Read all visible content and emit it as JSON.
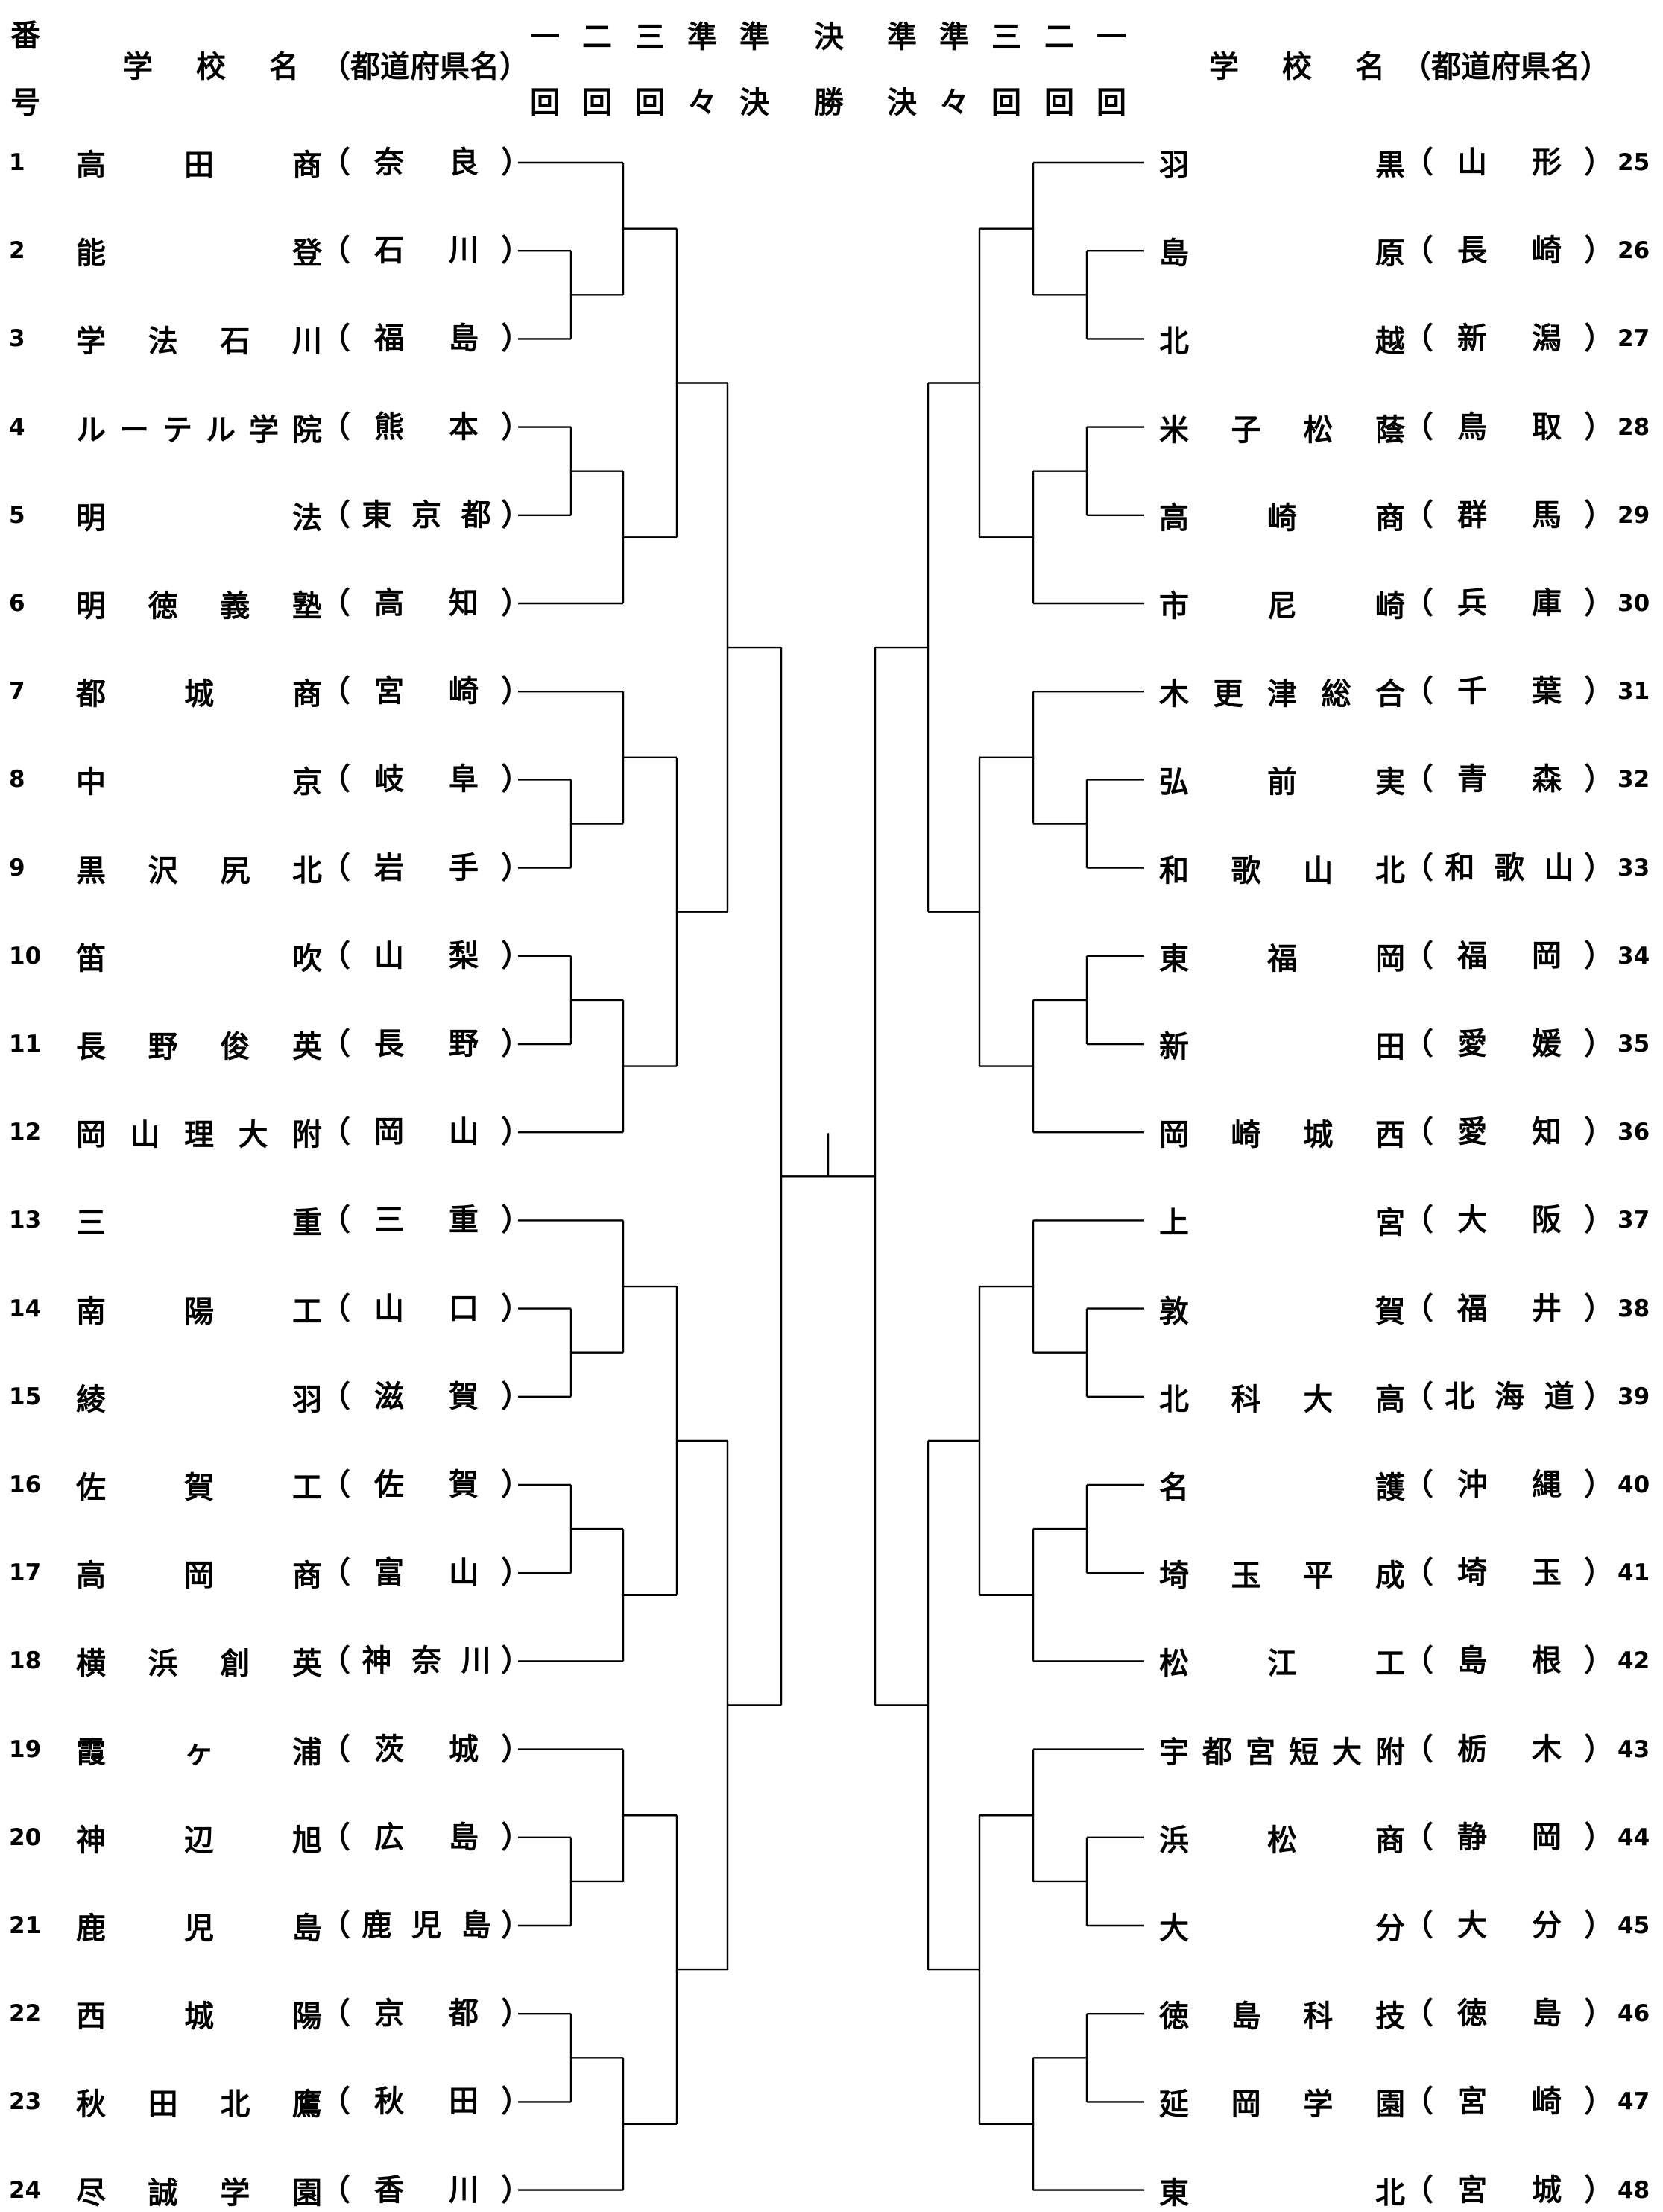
{
  "header": {
    "number_label": [
      "番",
      "号"
    ],
    "school_name_label": "学 校 名",
    "prefecture_label": "（都道府県名）",
    "rounds_left": [
      {
        "top": "一",
        "bottom": "回"
      },
      {
        "top": "二",
        "bottom": "回"
      },
      {
        "top": "三",
        "bottom": "回"
      },
      {
        "top": "準",
        "bottom": "々"
      },
      {
        "top": "準",
        "bottom": "決"
      },
      {
        "top": "決",
        "bottom": "勝"
      }
    ],
    "rounds_right": [
      {
        "top": "準",
        "bottom": "決"
      },
      {
        "top": "準",
        "bottom": "々"
      },
      {
        "top": "三",
        "bottom": "回"
      },
      {
        "top": "二",
        "bottom": "回"
      },
      {
        "top": "一",
        "bottom": "回"
      }
    ]
  },
  "teams_left": [
    {
      "no": "1",
      "school": "高田商",
      "pref": "奈良"
    },
    {
      "no": "2",
      "school": "能登",
      "pref": "石川"
    },
    {
      "no": "3",
      "school": "学法石川",
      "pref": "福島"
    },
    {
      "no": "4",
      "school": "ルーテル学院",
      "pref": "熊本"
    },
    {
      "no": "5",
      "school": "明法",
      "pref": "東京都"
    },
    {
      "no": "6",
      "school": "明徳義塾",
      "pref": "高知"
    },
    {
      "no": "7",
      "school": "都城商",
      "pref": "宮崎"
    },
    {
      "no": "8",
      "school": "中京",
      "pref": "岐阜"
    },
    {
      "no": "9",
      "school": "黒沢尻北",
      "pref": "岩手"
    },
    {
      "no": "10",
      "school": "笛吹",
      "pref": "山梨"
    },
    {
      "no": "11",
      "school": "長野俊英",
      "pref": "長野"
    },
    {
      "no": "12",
      "school": "岡山理大附",
      "pref": "岡山"
    },
    {
      "no": "13",
      "school": "三重",
      "pref": "三重"
    },
    {
      "no": "14",
      "school": "南陽工",
      "pref": "山口"
    },
    {
      "no": "15",
      "school": "綾羽",
      "pref": "滋賀"
    },
    {
      "no": "16",
      "school": "佐賀工",
      "pref": "佐賀"
    },
    {
      "no": "17",
      "school": "高岡商",
      "pref": "富山"
    },
    {
      "no": "18",
      "school": "横浜創英",
      "pref": "神奈川"
    },
    {
      "no": "19",
      "school": "霞ヶ浦",
      "pref": "茨城"
    },
    {
      "no": "20",
      "school": "神辺旭",
      "pref": "広島"
    },
    {
      "no": "21",
      "school": "鹿児島",
      "pref": "鹿児島"
    },
    {
      "no": "22",
      "school": "西城陽",
      "pref": "京都"
    },
    {
      "no": "23",
      "school": "秋田北鷹",
      "pref": "秋田"
    },
    {
      "no": "24",
      "school": "尽誠学園",
      "pref": "香川"
    }
  ],
  "teams_right": [
    {
      "no": "25",
      "school": "羽黒",
      "pref": "山形"
    },
    {
      "no": "26",
      "school": "島原",
      "pref": "長崎"
    },
    {
      "no": "27",
      "school": "北越",
      "pref": "新潟"
    },
    {
      "no": "28",
      "school": "米子松蔭",
      "pref": "鳥取"
    },
    {
      "no": "29",
      "school": "高崎商",
      "pref": "群馬"
    },
    {
      "no": "30",
      "school": "市尼崎",
      "pref": "兵庫"
    },
    {
      "no": "31",
      "school": "木更津総合",
      "pref": "千葉"
    },
    {
      "no": "32",
      "school": "弘前実",
      "pref": "青森"
    },
    {
      "no": "33",
      "school": "和歌山北",
      "pref": "和歌山"
    },
    {
      "no": "34",
      "school": "東福岡",
      "pref": "福岡"
    },
    {
      "no": "35",
      "school": "新田",
      "pref": "愛媛"
    },
    {
      "no": "36",
      "school": "岡崎城西",
      "pref": "愛知"
    },
    {
      "no": "37",
      "school": "上宮",
      "pref": "大阪"
    },
    {
      "no": "38",
      "school": "敦賀",
      "pref": "福井"
    },
    {
      "no": "39",
      "school": "北科大高",
      "pref": "北海道"
    },
    {
      "no": "40",
      "school": "名護",
      "pref": "沖縄"
    },
    {
      "no": "41",
      "school": "埼玉平成",
      "pref": "埼玉"
    },
    {
      "no": "42",
      "school": "松江工",
      "pref": "島根"
    },
    {
      "no": "43",
      "school": "宇都宮短大附",
      "pref": "栃木"
    },
    {
      "no": "44",
      "school": "浜松商",
      "pref": "静岡"
    },
    {
      "no": "45",
      "school": "大分",
      "pref": "大分"
    },
    {
      "no": "46",
      "school": "徳島科技",
      "pref": "徳島"
    },
    {
      "no": "47",
      "school": "延岡学園",
      "pref": "宮崎"
    },
    {
      "no": "48",
      "school": "東北",
      "pref": "宮城"
    }
  ]
}
